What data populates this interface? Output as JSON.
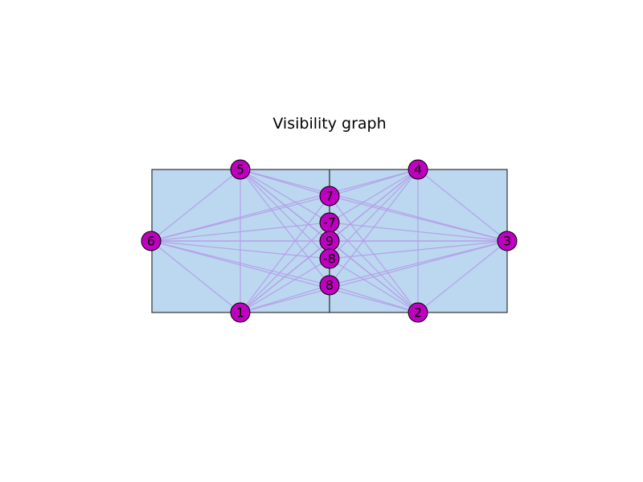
{
  "diagram": {
    "title": "Visibility graph",
    "colors": {
      "region_fill": "#bcd7f0",
      "region_stroke": "#333333",
      "edge": "#b39ce8",
      "node_fill": "#c000c0",
      "node_stroke": "#000000",
      "path": "#ff0000",
      "label": "#000000"
    },
    "regions": [
      {
        "id": "left-room"
      },
      {
        "id": "right-room"
      }
    ],
    "nodes": [
      {
        "id": "n1",
        "label": "1"
      },
      {
        "id": "n2",
        "label": "2"
      },
      {
        "id": "n3",
        "label": "3"
      },
      {
        "id": "n4",
        "label": "4"
      },
      {
        "id": "n5",
        "label": "5"
      },
      {
        "id": "n6",
        "label": "6"
      },
      {
        "id": "n7",
        "label": "7"
      },
      {
        "id": "nm7",
        "label": "-7"
      },
      {
        "id": "n9",
        "label": "9"
      },
      {
        "id": "nm8",
        "label": "-8"
      },
      {
        "id": "n8",
        "label": "8"
      }
    ],
    "edges": [
      [
        "n5",
        "n6"
      ],
      [
        "n5",
        "n1"
      ],
      [
        "n5",
        "n7"
      ],
      [
        "n5",
        "nm7"
      ],
      [
        "n5",
        "n9"
      ],
      [
        "n5",
        "nm8"
      ],
      [
        "n5",
        "n8"
      ],
      [
        "n5",
        "n2"
      ],
      [
        "n5",
        "n3"
      ],
      [
        "n6",
        "n1"
      ],
      [
        "n6",
        "n7"
      ],
      [
        "n6",
        "nm7"
      ],
      [
        "n6",
        "n9"
      ],
      [
        "n6",
        "nm8"
      ],
      [
        "n6",
        "n8"
      ],
      [
        "n6",
        "n3"
      ],
      [
        "n6",
        "n4"
      ],
      [
        "n6",
        "n2"
      ],
      [
        "n1",
        "n7"
      ],
      [
        "n1",
        "nm7"
      ],
      [
        "n1",
        "n9"
      ],
      [
        "n1",
        "nm8"
      ],
      [
        "n1",
        "n8"
      ],
      [
        "n1",
        "n4"
      ],
      [
        "n1",
        "n3"
      ],
      [
        "n4",
        "n7"
      ],
      [
        "n4",
        "nm7"
      ],
      [
        "n4",
        "n9"
      ],
      [
        "n4",
        "nm8"
      ],
      [
        "n4",
        "n8"
      ],
      [
        "n4",
        "n2"
      ],
      [
        "n4",
        "n3"
      ],
      [
        "n2",
        "n7"
      ],
      [
        "n2",
        "nm7"
      ],
      [
        "n2",
        "n9"
      ],
      [
        "n2",
        "nm8"
      ],
      [
        "n2",
        "n8"
      ],
      [
        "n2",
        "n3"
      ],
      [
        "n3",
        "n7"
      ],
      [
        "n3",
        "nm7"
      ],
      [
        "n3",
        "n9"
      ],
      [
        "n3",
        "nm8"
      ],
      [
        "n3",
        "n8"
      ]
    ],
    "path_edges": [
      [
        "nm7",
        "n9"
      ],
      [
        "n9",
        "nm8"
      ]
    ]
  }
}
